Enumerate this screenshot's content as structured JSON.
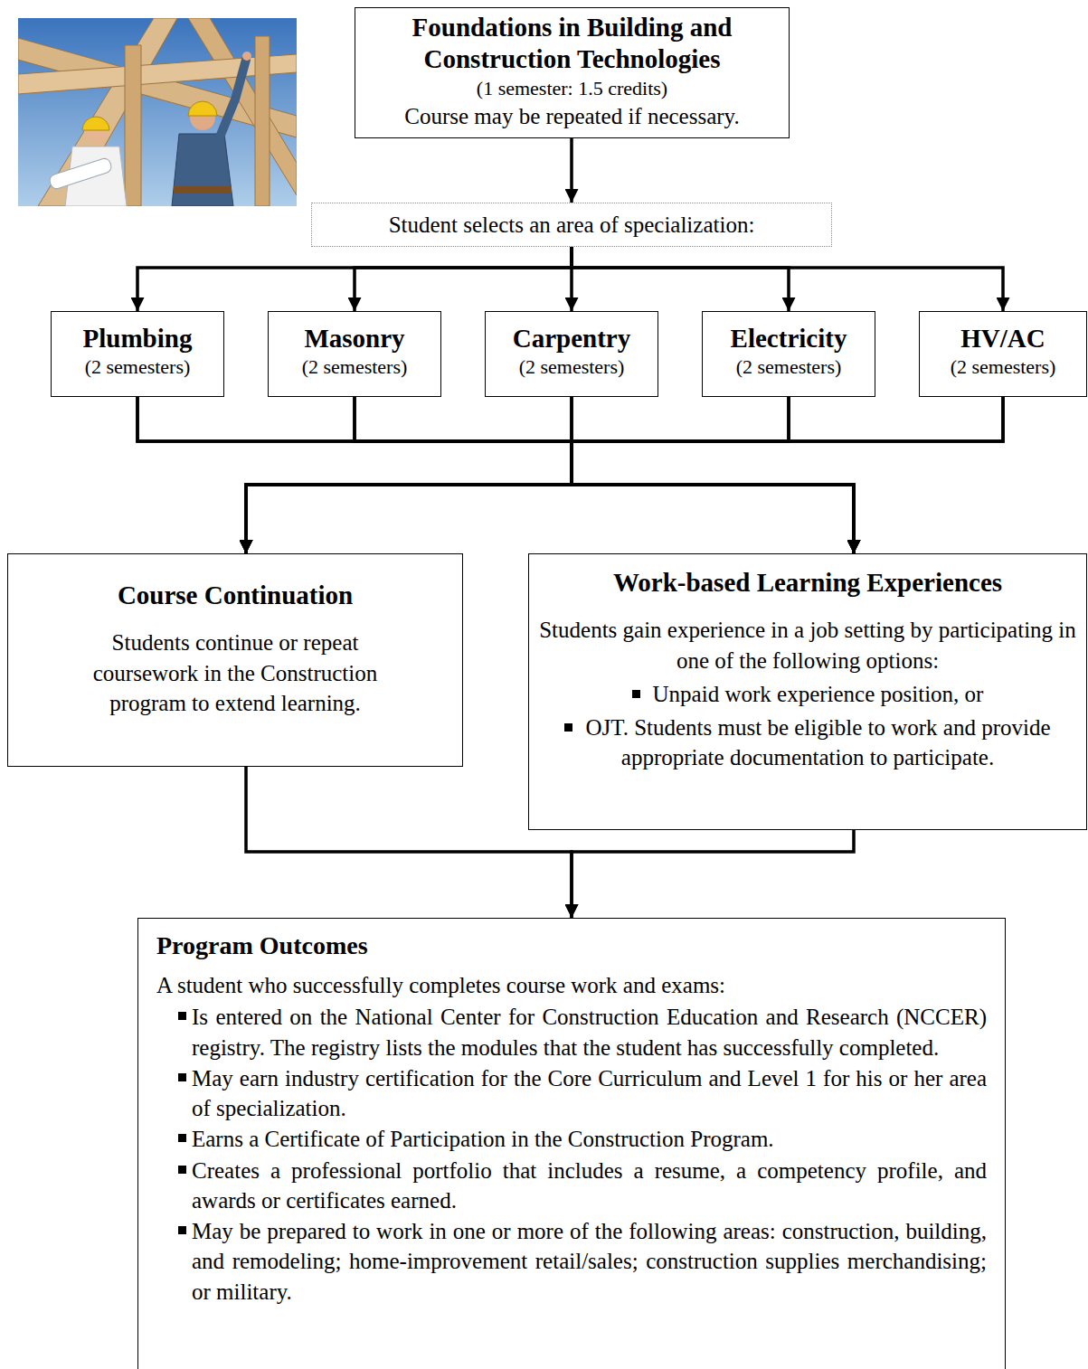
{
  "diagram": {
    "nodes": [
      {
        "text": [
          "Foundations in Building and Construction Technologies",
          "(1 semester: 1.5 credits)",
          "Course may be repeated if necessary."
        ]
      },
      {
        "text": [
          "Student selects an area of specialization:"
        ]
      },
      {
        "text": [
          "Plumbing",
          "(2 semesters)"
        ]
      },
      {
        "text": [
          "Masonry",
          "(2 semesters)"
        ]
      },
      {
        "text": [
          "Carpentry",
          "(2 semesters)"
        ]
      },
      {
        "text": [
          "Electricity",
          "(2 semesters)"
        ]
      },
      {
        "text": [
          "HV/AC",
          "(2 semesters)"
        ]
      },
      {
        "text": [
          "Course Continuation",
          "Students continue or repeat coursework in the Construction program to extend learning."
        ]
      },
      {
        "text": [
          "Work-based Learning Experiences",
          "Students gain experience in a job setting by participating in one of the following options:",
          "Unpaid work experience position, or",
          "OJT. Students must be eligible to work and provide appropriate documentation to participate."
        ]
      },
      {
        "text": [
          "Program Outcomes",
          "A student who successfully completes course work and exams:",
          "Is entered on the National Center for Construction Education and Research (NCCER) registry. The registry lists the modules that the student has successfully completed.",
          "May earn industry certification for the Core Curriculum and Level 1 for his or her area of specialization.",
          "Earns a Certificate of Participation in the Construction Program.",
          "Creates a professional portfolio that includes a resume, a competency profile, and awards or certificates earned.",
          "May be prepared to work in one or more of the following areas: construction, building, and remodeling; home-improvement retail/sales; construction supplies merchandising; or military."
        ]
      }
    ],
    "edges": [
      {
        "from": 0,
        "to": 1,
        "arrow": "to"
      },
      {
        "from": 1,
        "to": 2,
        "arrow": "to"
      },
      {
        "from": 1,
        "to": 3,
        "arrow": "to"
      },
      {
        "from": 1,
        "to": 4,
        "arrow": "to"
      },
      {
        "from": 1,
        "to": 5,
        "arrow": "to"
      },
      {
        "from": 1,
        "to": 6,
        "arrow": "to"
      },
      {
        "from": 2,
        "to": 7,
        "arrow": "to"
      },
      {
        "from": 2,
        "to": 8,
        "arrow": "to"
      },
      {
        "from": 3,
        "to": 7,
        "arrow": "to"
      },
      {
        "from": 3,
        "to": 8,
        "arrow": "to"
      },
      {
        "from": 4,
        "to": 7,
        "arrow": "to"
      },
      {
        "from": 4,
        "to": 8,
        "arrow": "to"
      },
      {
        "from": 5,
        "to": 7,
        "arrow": "to"
      },
      {
        "from": 5,
        "to": 8,
        "arrow": "to"
      },
      {
        "from": 6,
        "to": 7,
        "arrow": "to"
      },
      {
        "from": 6,
        "to": 8,
        "arrow": "to"
      },
      {
        "from": 7,
        "to": 9,
        "arrow": "to"
      },
      {
        "from": 8,
        "to": 9,
        "arrow": "to"
      }
    ]
  }
}
